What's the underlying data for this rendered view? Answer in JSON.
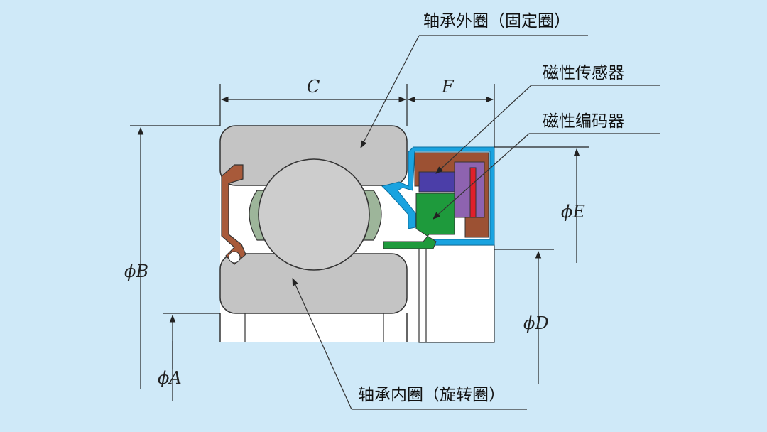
{
  "labels": {
    "outer_ring": "轴承外圈（固定圈）",
    "magnetic_sensor": "磁性传感器",
    "magnetic_encoder": "磁性编码器",
    "inner_ring": "轴承内圈（旋转圈）"
  },
  "dimensions": {
    "C": "C",
    "F": "F",
    "phiB": "ϕB",
    "phiA": "ϕA",
    "phiE": "ϕE",
    "phiD": "ϕD"
  },
  "colors": {
    "background": "#cfe9f8",
    "ring_gray": "#c4c4c4",
    "ball_gray": "#cdcdcd",
    "cage_green": "#9db59a",
    "seal_brown": "#a85a3a",
    "shield_blue": "#1aa3e0",
    "sensor_housing": "#9c5133",
    "sensor_chip": "#4b3ea8",
    "circuit_purple": "#8e63b0",
    "magnet_red": "#e0202a",
    "encoder_green": "#1e9a3c"
  }
}
